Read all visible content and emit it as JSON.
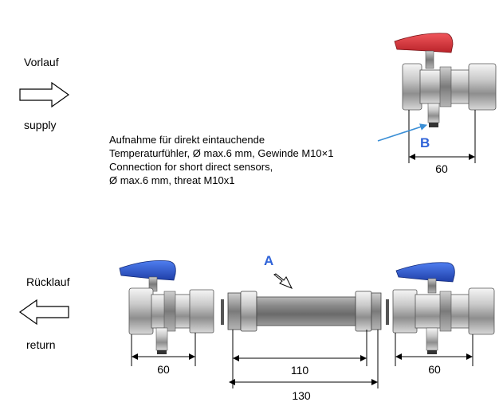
{
  "flow": {
    "supply_de": "Vorlauf",
    "supply_en": "supply",
    "return_de": "Rücklauf",
    "return_en": "return"
  },
  "sensor_note": {
    "line1": "Aufnahme für direkt eintauchende",
    "line2": "Temperaturfühler, Ø max.6 mm, Gewinde M10×1",
    "line3": "Connection for short direct sensors,",
    "line4": "Ø max.6 mm, threat M10x1"
  },
  "labels": {
    "point_b": "B",
    "point_a": "A"
  },
  "dimensions": {
    "top_valve_width": "60",
    "left_valve_width": "60",
    "spacer_inner": "110",
    "spacer_total": "130",
    "right_valve_width": "60"
  },
  "colors": {
    "supply_handle": "#d9343a",
    "return_handle": "#2f5fd8",
    "label_blue": "#2f63d8",
    "pointer_blue": "#3b8fd6"
  }
}
